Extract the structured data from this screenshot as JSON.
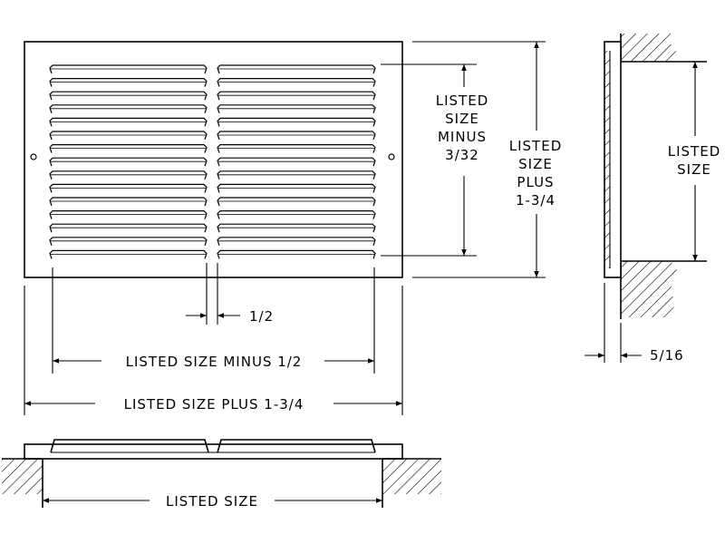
{
  "front_view": {
    "height_inner_label": [
      "LISTED",
      "SIZE",
      "MINUS",
      "3/32"
    ],
    "height_outer_label": [
      "LISTED",
      "SIZE",
      "PLUS",
      "1-3/4"
    ],
    "gap_label": "1/2",
    "width_inner_label": "LISTED SIZE MINUS 1/2",
    "width_outer_label": "LISTED SIZE PLUS 1-3/4"
  },
  "side_view": {
    "listed_size_label": [
      "LISTED",
      "SIZE"
    ],
    "thickness_label": "5/16"
  },
  "bottom_view": {
    "listed_size_label": "LISTED SIZE"
  }
}
